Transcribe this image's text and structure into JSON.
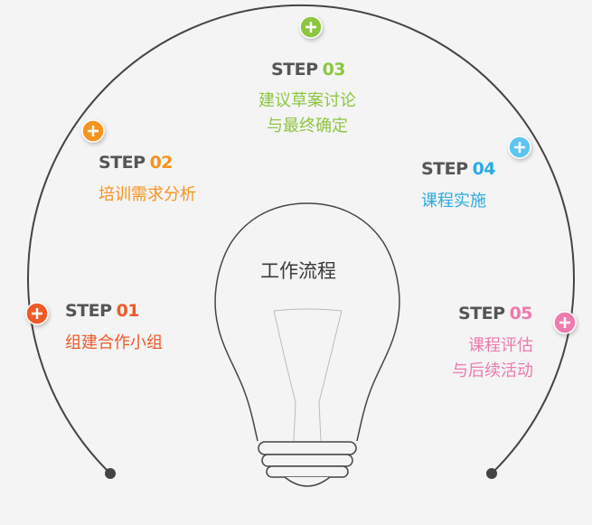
{
  "title": "工作流程",
  "colors": {
    "arc": "#444444",
    "step_gray": "#555555",
    "step1": "#ef5a28",
    "step2": "#f7931e",
    "step3": "#8cc63f",
    "step4": "#29abe2",
    "step5": "#ee7ab0"
  },
  "steps": [
    {
      "prefix": "STEP",
      "number": "01",
      "line1": "组建合作小组",
      "line2": ""
    },
    {
      "prefix": "STEP",
      "number": "02",
      "line1": "培训需求分析",
      "line2": ""
    },
    {
      "prefix": "STEP",
      "number": "03",
      "line1": "建议草案讨论",
      "line2": "与最终确定"
    },
    {
      "prefix": "STEP",
      "number": "04",
      "line1": "课程实施",
      "line2": ""
    },
    {
      "prefix": "STEP",
      "number": "05",
      "line1": "课程评估",
      "line2": "与后续活动"
    }
  ],
  "icons": [
    "plus-icon",
    "lightbulb-icon"
  ]
}
